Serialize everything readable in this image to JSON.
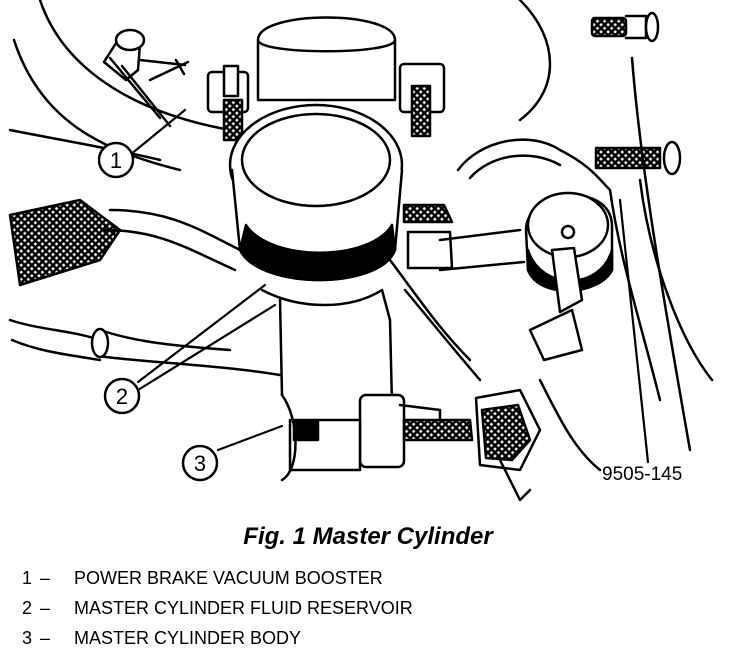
{
  "drawing_number": "9505-145",
  "caption": "Fig. 1 Master Cylinder",
  "callouts": [
    {
      "number": "1",
      "label": "POWER BRAKE VACUUM BOOSTER"
    },
    {
      "number": "2",
      "label": "MASTER CYLINDER FLUID RESERVOIR"
    },
    {
      "number": "3",
      "label": "MASTER CYLINDER BODY"
    }
  ],
  "legend_separator": "–"
}
